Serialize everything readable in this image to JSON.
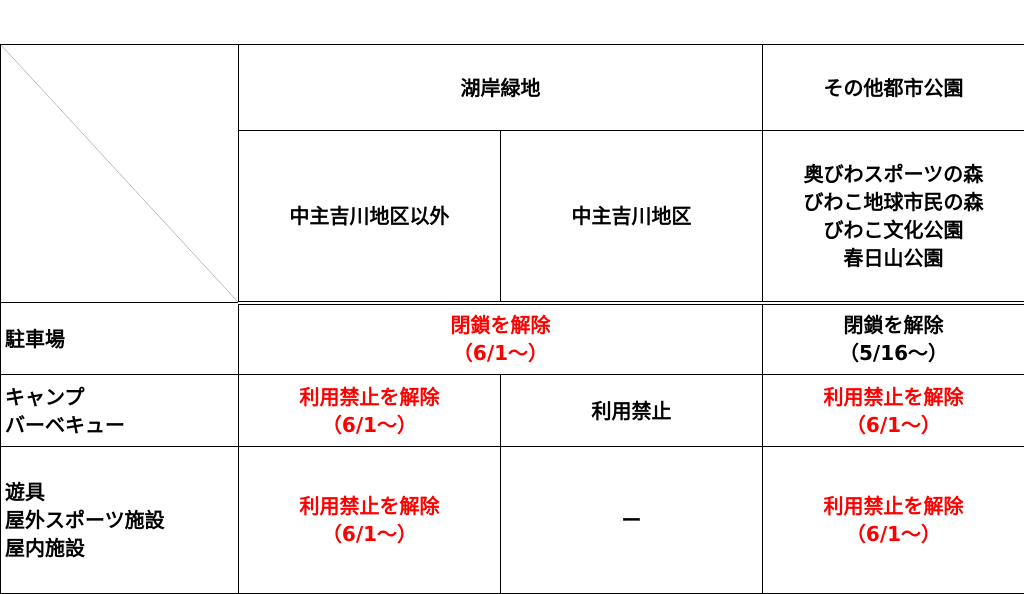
{
  "header": {
    "group_lakeside": "湖岸緑地",
    "group_other": "その他都市公園",
    "col_except_chushu": "中主吉川地区以外",
    "col_chushu": "中主吉川地区",
    "other_parks": [
      "奥びわスポーツの森",
      "びわこ地球市民の森",
      "びわこ文化公園",
      "春日山公園"
    ]
  },
  "rows": {
    "parking": {
      "label": "駐車場",
      "lakeside": [
        "閉鎖を解除",
        "（6/1～）"
      ],
      "other": [
        "閉鎖を解除",
        "（5/16～）"
      ]
    },
    "camp": {
      "label": [
        "キャンプ",
        "バーベキュー"
      ],
      "except_chushu": [
        "利用禁止を解除",
        "（6/1～）"
      ],
      "chushu": "利用禁止",
      "other": [
        "利用禁止を解除",
        "（6/1～）"
      ]
    },
    "play": {
      "label": [
        "遊具",
        "屋外スポーツ施設",
        "屋内施設"
      ],
      "except_chushu": [
        "利用禁止を解除",
        "（6/1～）"
      ],
      "chushu": "ー",
      "other": [
        "利用禁止を解除",
        "（6/1～）"
      ]
    }
  },
  "colors": {
    "highlight": "#ff0000",
    "text": "#000000"
  }
}
